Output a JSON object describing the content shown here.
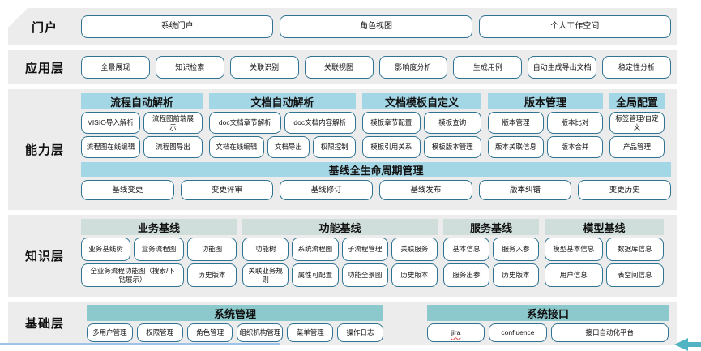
{
  "portal": {
    "label": "门户",
    "items": [
      "系统门户",
      "角色视图",
      "个人工作空间"
    ]
  },
  "app_layer": {
    "label": "应用层",
    "items": [
      "全景展现",
      "知识检索",
      "关联识别",
      "关联视图",
      "影响度分析",
      "生成用例",
      "自动生成导出文档",
      "稳定性分析"
    ]
  },
  "capability_layer": {
    "label": "能力层",
    "groups": [
      {
        "title": "流程自动解析",
        "rows": [
          [
            "VISIO导入解析",
            "流程图前端展\n示"
          ],
          [
            "流程图在线编辑",
            "流程图导出"
          ]
        ]
      },
      {
        "title": "文档自动解析",
        "rows": [
          [
            "doc文档章节解析",
            "doc文档内容解析"
          ],
          [
            "文档在线编辑",
            "文档导出",
            "权限控制"
          ]
        ]
      },
      {
        "title": "文档模板自定义",
        "rows": [
          [
            "模板章节配置",
            "模板查询"
          ],
          [
            "模板引用关系",
            "模板版本管理"
          ]
        ]
      },
      {
        "title": "版本管理",
        "rows": [
          [
            "版本管理",
            "版本比对"
          ],
          [
            "版本关联信息",
            "版本合并"
          ]
        ]
      },
      {
        "title": "全局配置",
        "rows": [
          [
            "标签管理/自定\n义"
          ],
          [
            "产品管理"
          ]
        ]
      }
    ],
    "baseline": {
      "title": "基线全生命周期管理",
      "items": [
        "基线变更",
        "变更评审",
        "基线修订",
        "基线发布",
        "版本纠错",
        "变更历史"
      ]
    }
  },
  "knowledge_layer": {
    "label": "知识层",
    "groups": [
      {
        "title": "业务基线",
        "rows": [
          [
            "业务基线树",
            "业务流程图",
            "功能图"
          ],
          [
            "全业务流程功能图（搜索/下\n钻展示）",
            "历史版本"
          ]
        ]
      },
      {
        "title": "功能基线",
        "rows": [
          [
            "功能树",
            "系统流程图",
            "子流程管理",
            "关联服务"
          ],
          [
            "关联业务规则",
            "属性可配置",
            "功能全景图",
            "历史版本"
          ]
        ]
      },
      {
        "title": "服务基线",
        "rows": [
          [
            "基本信息",
            "服务入参"
          ],
          [
            "服务出参",
            "历史版本"
          ]
        ]
      },
      {
        "title": "模型基线",
        "rows": [
          [
            "模型基本信息",
            "数据库信息"
          ],
          [
            "用户信息",
            "表空间信息"
          ]
        ]
      }
    ]
  },
  "foundation_layer": {
    "label": "基础层",
    "groups": [
      {
        "title": "系统管理",
        "items": [
          "多用户管理",
          "权限管理",
          "角色管理",
          "组织机构管理",
          "菜单管理",
          "操作日志"
        ]
      },
      {
        "title": "系统接口",
        "items": [
          "jira",
          "confluence",
          "接口自动化平台"
        ]
      }
    ],
    "underlined_items": [
      "jira"
    ]
  },
  "colors": {
    "band_bg": "#ececec",
    "capability_header": "#a4d7e6",
    "knowledge_header": "#cfdedb",
    "foundation_header": "#8bc9cd",
    "box_border": "#2e7391",
    "spellcheck_underline": "#e0403a",
    "bottom_line": "#9fc3e8",
    "arrow": "#52b4c2"
  }
}
